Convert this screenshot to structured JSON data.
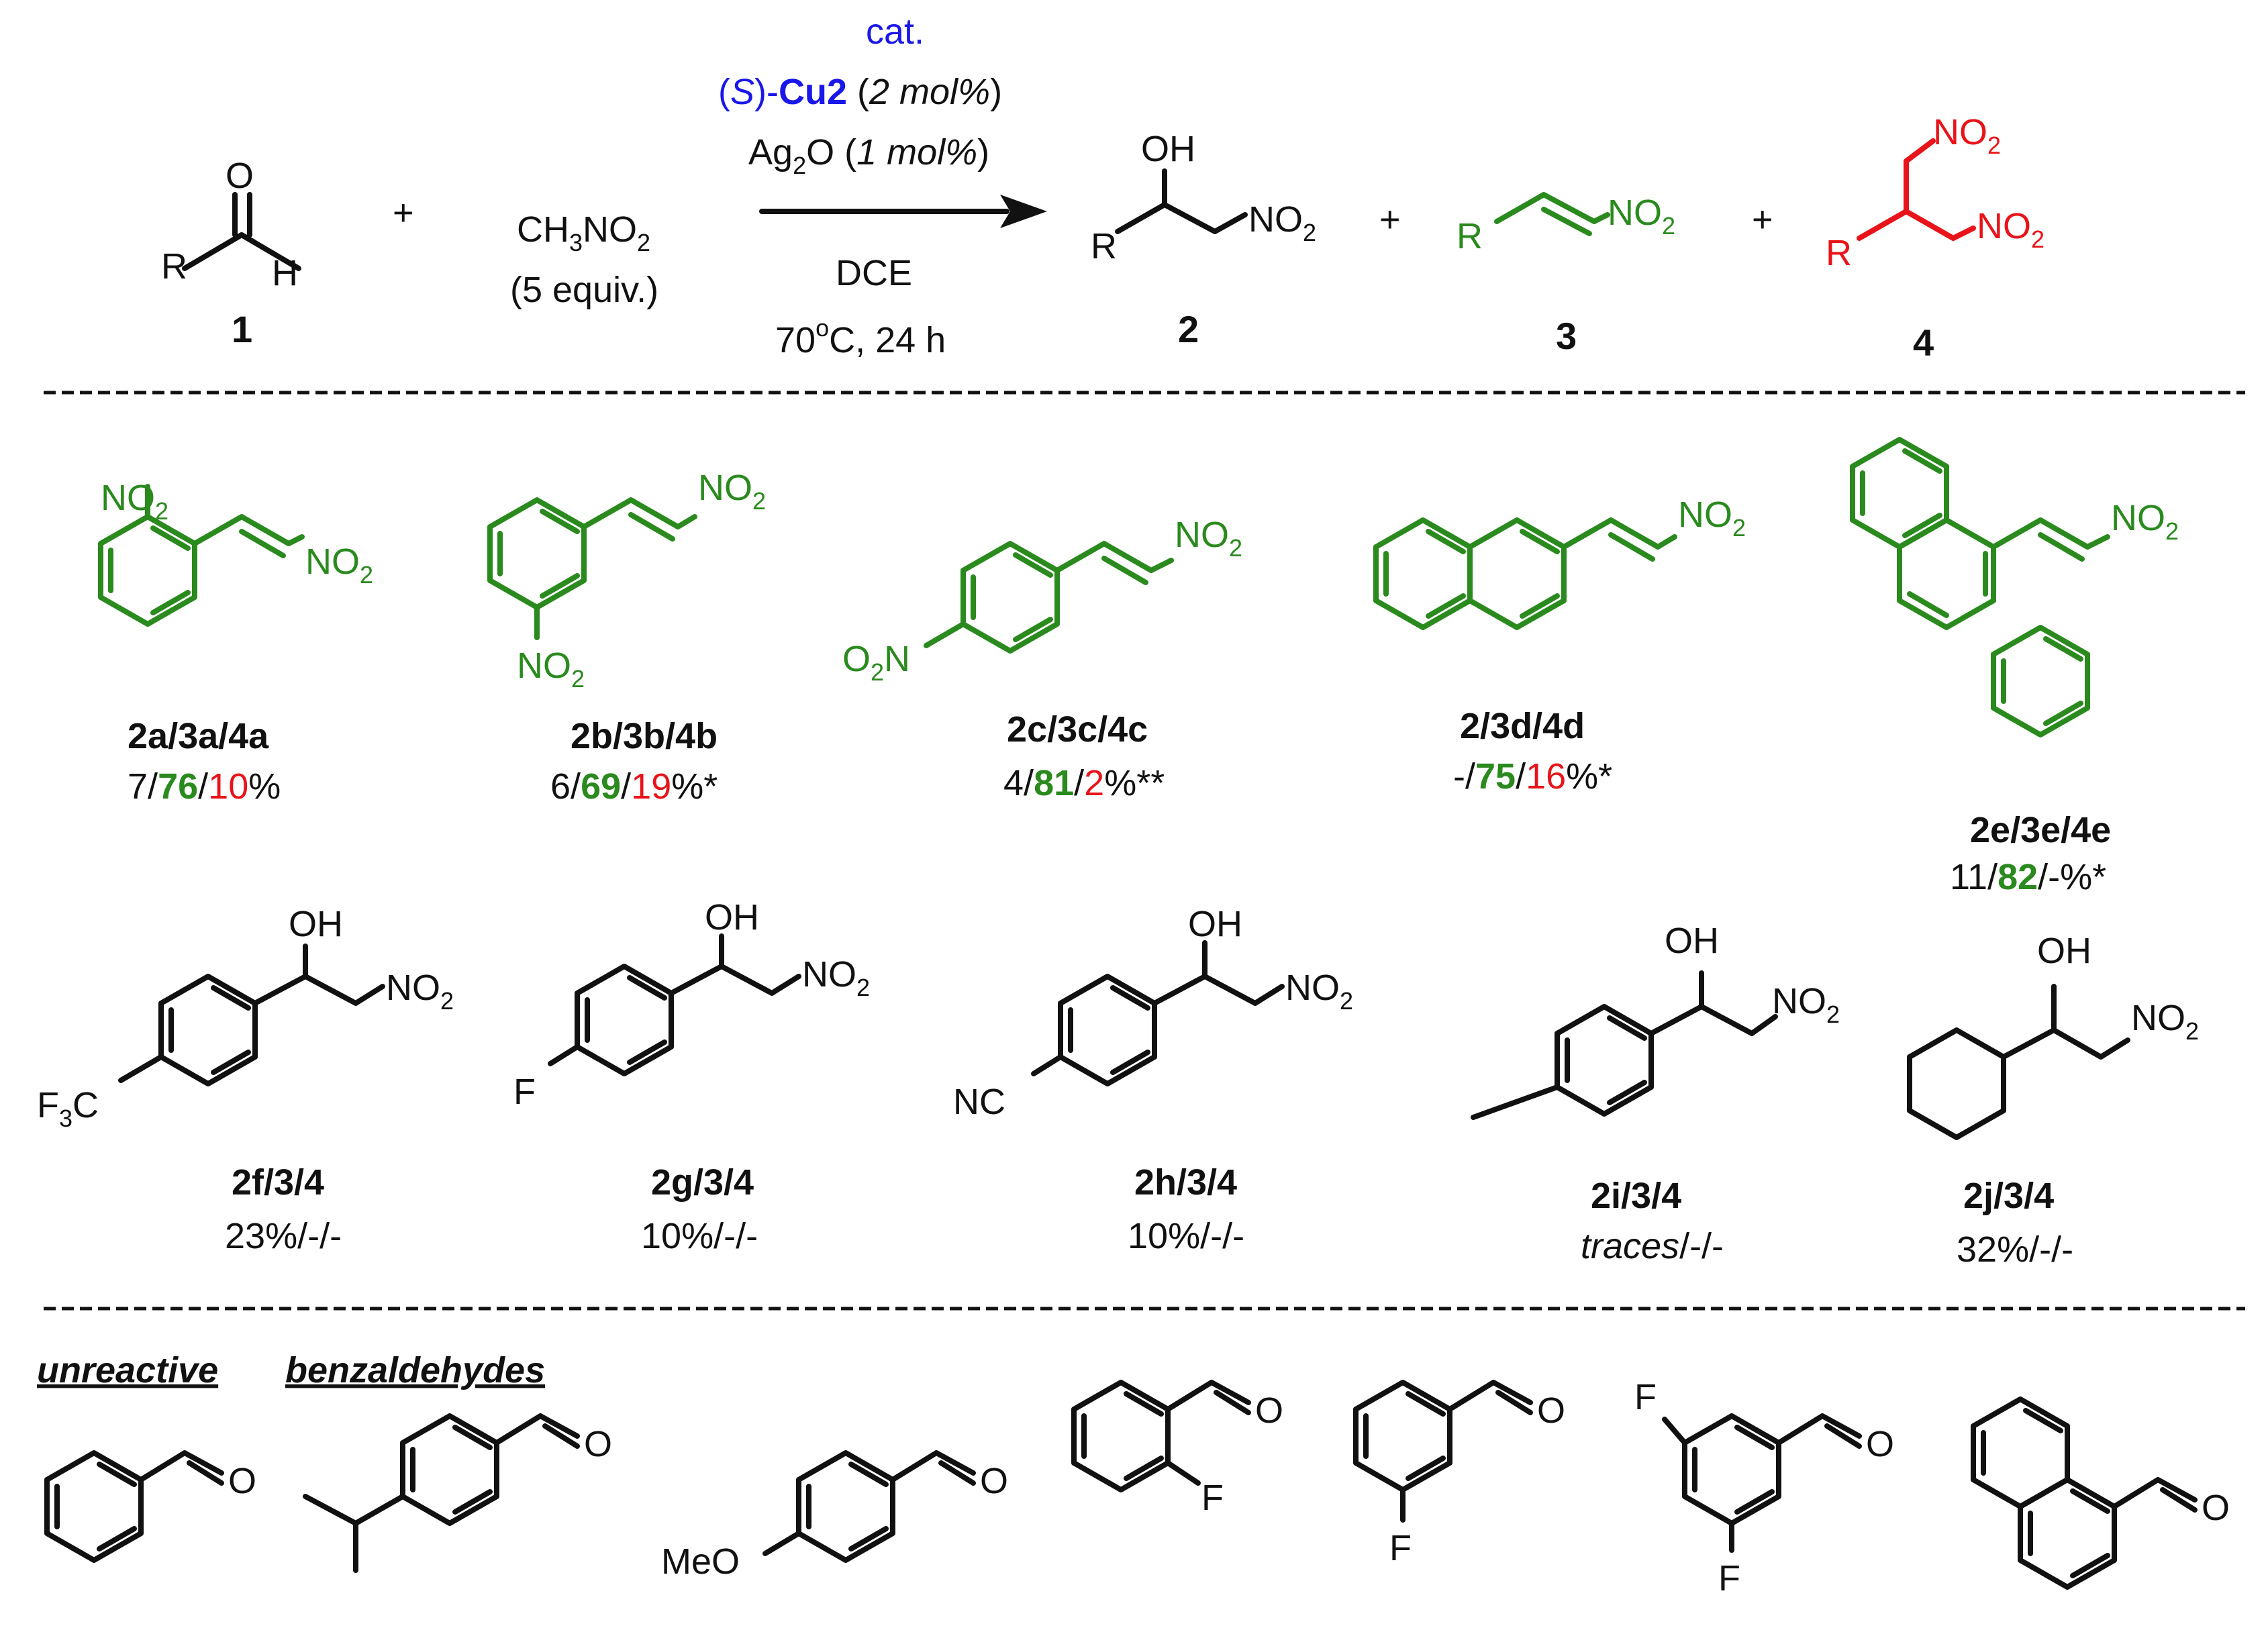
{
  "colors": {
    "black": "#111111",
    "green": "#2a8a1e",
    "red": "#e8141a",
    "blue": "#1a18e8"
  },
  "reaction": {
    "conditions": {
      "line1": "cat.",
      "cat_s": "S",
      "cat_cu": "Cu2",
      "cat_loading": "2 mol%",
      "ag": "Ag",
      "ag_sub": "2",
      "ag_o": "O",
      "ag_loading": "1 mol%",
      "solvent": "DCE",
      "temp": "70",
      "temp_sup": "o",
      "temp_rest": "C, 24 h"
    },
    "reagent": {
      "c": "CH",
      "sub3": "3",
      "no": "NO",
      "sub2": "2",
      "equiv": "(5 equiv.)"
    },
    "plus": "+",
    "compound_numbers": [
      "1",
      "2",
      "3",
      "4"
    ],
    "atoms": {
      "O": "O",
      "H": "H",
      "R": "R",
      "OH": "OH",
      "NO": "NO",
      "two": "2"
    }
  },
  "row1": [
    {
      "label": "2a/3a/4a",
      "y1": "7",
      "y2": "76",
      "y3": "10",
      "tail": "%"
    },
    {
      "label": "2b/3b/4b",
      "y1": "6",
      "y2": "69",
      "y3": "19",
      "tail": "%*"
    },
    {
      "label": "2c/3c/4c",
      "y1": "4",
      "y2": "81",
      "y3": "2",
      "tail": "%**"
    },
    {
      "label": "2/3d/4d",
      "y1": "-",
      "y2": "75",
      "y3": "16",
      "tail": "%*"
    },
    {
      "label": "2e/3e/4e",
      "y1": "11",
      "y2": "82",
      "y3": "-",
      "tail": "%*"
    }
  ],
  "row2": [
    {
      "label": "2f/3/4",
      "yield": "23%",
      "rest": "/-/-",
      "subst": "F",
      "sub3": "3",
      "c": "C"
    },
    {
      "label": "2g/3/4",
      "yield": "10%",
      "rest": "/-/-",
      "subst": "F"
    },
    {
      "label": "2h/3/4",
      "yield": "10%",
      "rest": "/-/-",
      "subst": "NC"
    },
    {
      "label": "2i/3/4",
      "yield": "traces",
      "rest": "/-/-"
    },
    {
      "label": "2j/3/4",
      "yield": "32%",
      "rest": "/-/-"
    }
  ],
  "unreactive": {
    "word1": "unreactive",
    "word2": "benzaldehydes",
    "subst": {
      "meo": "MeO",
      "f": "F"
    }
  }
}
